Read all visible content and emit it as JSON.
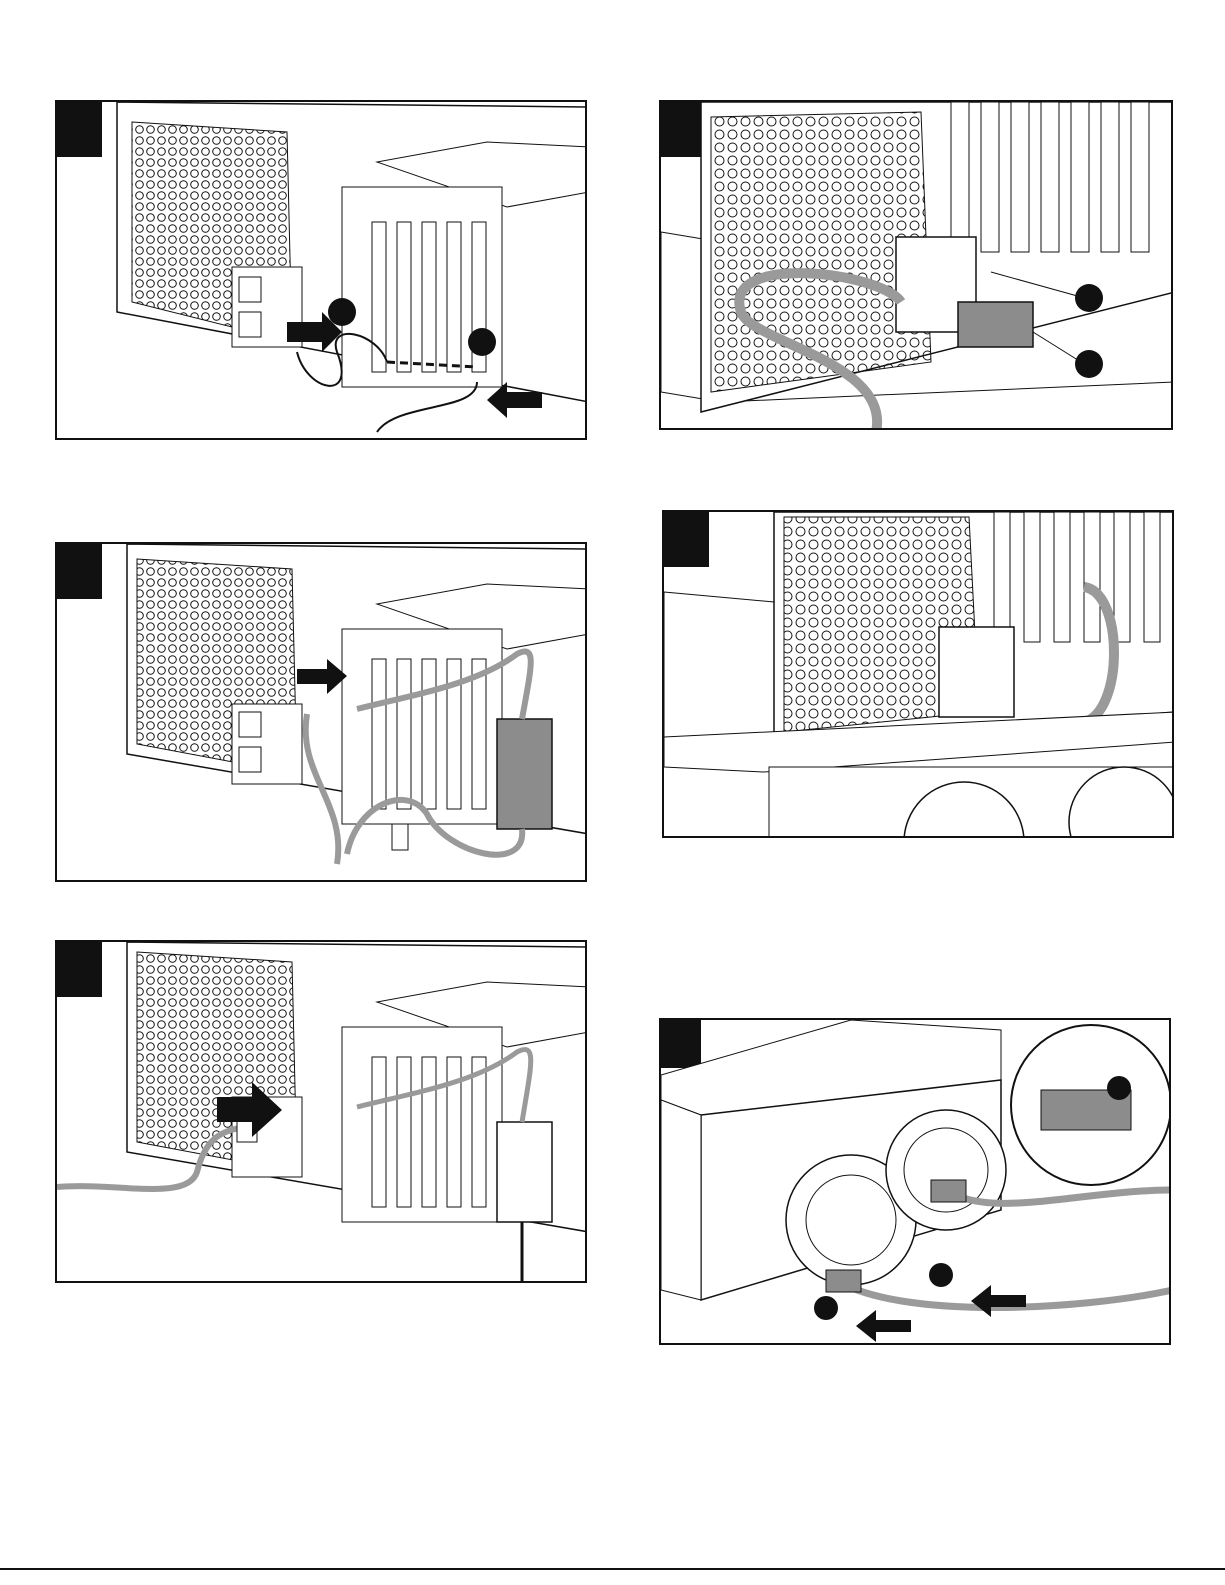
{
  "figure": {
    "panels": [
      {
        "id": "a",
        "step_label": "",
        "callouts": [
          "",
          ""
        ]
      },
      {
        "id": "b",
        "step_label": "",
        "callouts": [
          "",
          ""
        ]
      },
      {
        "id": "c",
        "step_label": "",
        "callouts": []
      },
      {
        "id": "d",
        "step_label": "",
        "callouts": []
      },
      {
        "id": "e",
        "step_label": "",
        "callouts": []
      },
      {
        "id": "f",
        "step_label": "",
        "callouts": [
          "",
          "",
          ""
        ]
      }
    ],
    "colors": {
      "line": "#111111",
      "cable": "#9a9a9a",
      "fill_dark": "#111111",
      "fill_mid": "#8c8c8c"
    }
  }
}
